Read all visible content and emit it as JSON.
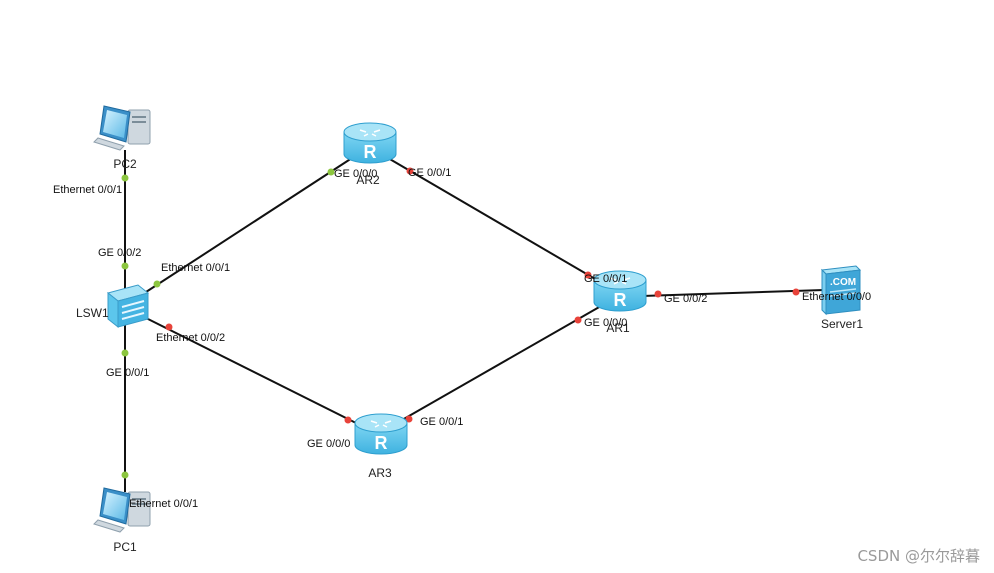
{
  "devices": {
    "pc2": "PC2",
    "pc1": "PC1",
    "lsw1": "LSW1",
    "ar1": "AR1",
    "ar2": "AR2",
    "ar3": "AR3",
    "server1": "Server1"
  },
  "ports": {
    "pc2_eth": "Ethernet 0/0/1",
    "lsw1_ge2": "GE 0/0/2",
    "lsw1_eth1": "Ethernet 0/0/1",
    "lsw1_eth2": "Ethernet 0/0/2",
    "lsw1_ge1": "GE 0/0/1",
    "ar2_ge0": "GE 0/0/0",
    "ar2_ge1": "GE 0/0/1",
    "ar1_ge1": "GE 0/0/1",
    "ar1_ge0": "GE 0/0/0",
    "ar1_ge2": "GE 0/0/2",
    "ar3_ge0": "GE 0/0/0",
    "ar3_ge1": "GE 0/0/1",
    "server_eth": "Ethernet 0/0/0",
    "pc1_eth": "Ethernet 0/0/1"
  },
  "icons": {
    "server_badge": ".COM",
    "router_glyph": "R"
  },
  "colors": {
    "router": "#5cc6ec",
    "router_top": "#a9e4f7",
    "port_up_green": "#8cc63f",
    "port_red": "#e8433a",
    "link": "#111111"
  },
  "watermark": "CSDN @尔尔辞暮"
}
